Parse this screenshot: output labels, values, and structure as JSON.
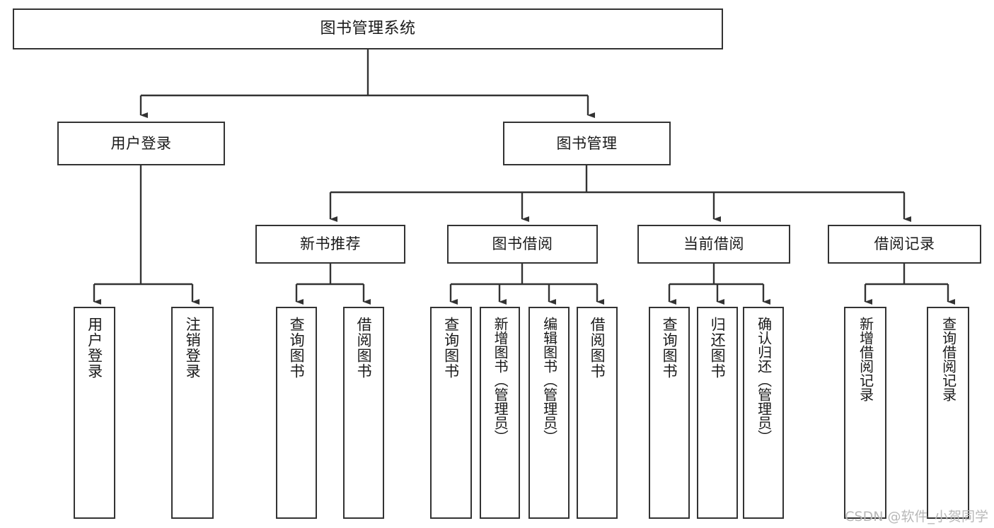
{
  "diagram": {
    "title": "图书管理系统",
    "type": "tree-hierarchy",
    "stroke_color": "#333333",
    "background_color": "#ffffff",
    "watermark": "CSDN @软件_小贺同学",
    "root": {
      "label": "图书管理系统"
    },
    "level2": [
      {
        "label": "用户登录"
      },
      {
        "label": "图书管理"
      }
    ],
    "level3": [
      {
        "label": "新书推荐"
      },
      {
        "label": "图书借阅"
      },
      {
        "label": "当前借阅"
      },
      {
        "label": "借阅记录"
      }
    ],
    "leaves": {
      "user_login": [
        {
          "label": "用户登录"
        },
        {
          "label": "注销登录"
        }
      ],
      "new_book_recommend": [
        {
          "label": "查询图书"
        },
        {
          "label": "借阅图书"
        }
      ],
      "book_borrow": [
        {
          "label": "查询图书"
        },
        {
          "label": "新增图书（管理员）"
        },
        {
          "label": "编辑图书（管理员）"
        },
        {
          "label": "借阅图书"
        }
      ],
      "current_borrow": [
        {
          "label": "查询图书"
        },
        {
          "label": "归还图书"
        },
        {
          "label": "确认归还（管理员）"
        }
      ],
      "borrow_record": [
        {
          "label": "新增借阅记录"
        },
        {
          "label": "查询借阅记录"
        }
      ]
    }
  }
}
